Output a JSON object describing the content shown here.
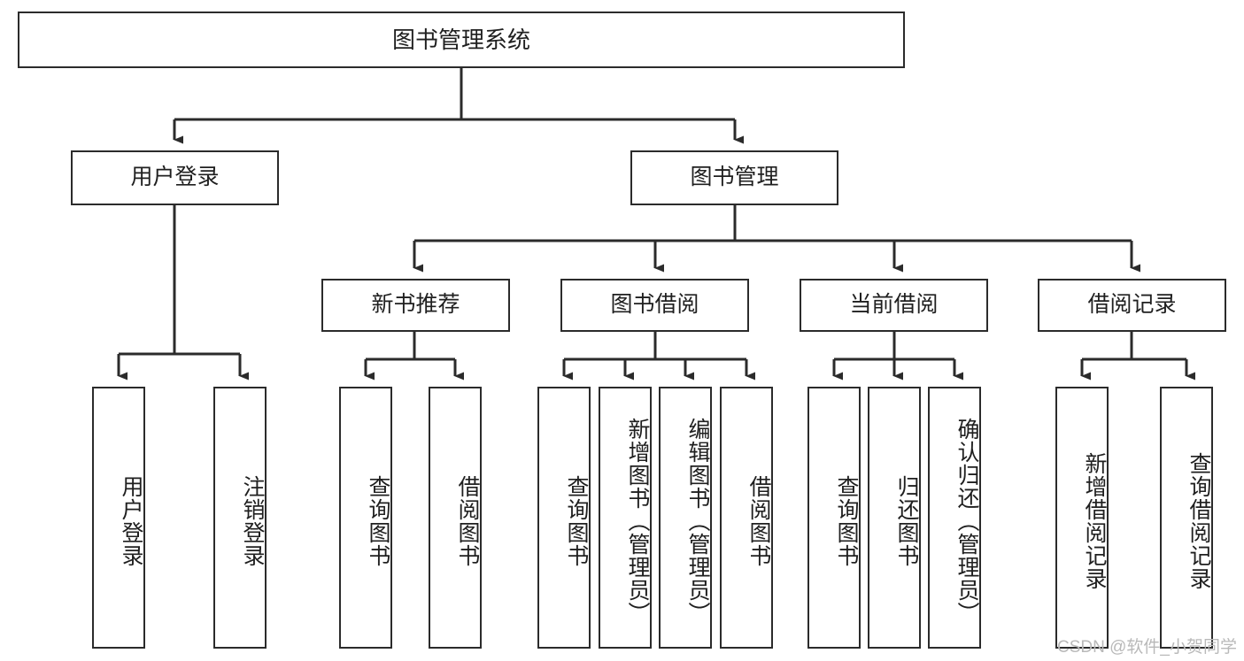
{
  "diagram": {
    "title": "图书管理系统",
    "type": "hierarchy-tree",
    "watermark": "CSDN @软件_小贺同学",
    "colors": {
      "stroke": "#2b2b2b",
      "fill": "#ffffff",
      "text": "#1f1f1f",
      "watermark": "#b9b9b9"
    },
    "levels": {
      "level1": [
        {
          "id": "root",
          "label": "图书管理系统"
        }
      ],
      "level2": [
        {
          "id": "user-login",
          "label": "用户登录",
          "parent": "root"
        },
        {
          "id": "book-manage",
          "label": "图书管理",
          "parent": "root"
        }
      ],
      "level3": [
        {
          "id": "new-book-recommend",
          "label": "新书推荐",
          "parent": "book-manage"
        },
        {
          "id": "book-borrow",
          "label": "图书借阅",
          "parent": "book-manage"
        },
        {
          "id": "current-borrow",
          "label": "当前借阅",
          "parent": "book-manage"
        },
        {
          "id": "borrow-record",
          "label": "借阅记录",
          "parent": "book-manage"
        }
      ],
      "leaves": [
        {
          "id": "leaf-user-login",
          "label": "用户登录",
          "parent": "user-login"
        },
        {
          "id": "leaf-logout-login",
          "label": "注销登录",
          "parent": "user-login"
        },
        {
          "id": "leaf-query-book-1",
          "label": "查询图书",
          "parent": "new-book-recommend"
        },
        {
          "id": "leaf-borrow-book-1",
          "label": "借阅图书",
          "parent": "new-book-recommend"
        },
        {
          "id": "leaf-query-book-2",
          "label": "查询图书",
          "parent": "book-borrow"
        },
        {
          "id": "leaf-add-book",
          "label": "新增图书（管理员）",
          "parent": "book-borrow"
        },
        {
          "id": "leaf-edit-book",
          "label": "编辑图书（管理员）",
          "parent": "book-borrow"
        },
        {
          "id": "leaf-borrow-book-2",
          "label": "借阅图书",
          "parent": "book-borrow"
        },
        {
          "id": "leaf-query-book-3",
          "label": "查询图书",
          "parent": "current-borrow"
        },
        {
          "id": "leaf-return-book",
          "label": "归还图书",
          "parent": "current-borrow"
        },
        {
          "id": "leaf-confirm-return",
          "label": "确认归还（管理员）",
          "parent": "current-borrow"
        },
        {
          "id": "leaf-add-record",
          "label": "新增借阅记录",
          "parent": "borrow-record"
        },
        {
          "id": "leaf-query-record",
          "label": "查询借阅记录",
          "parent": "borrow-record"
        }
      ]
    }
  }
}
